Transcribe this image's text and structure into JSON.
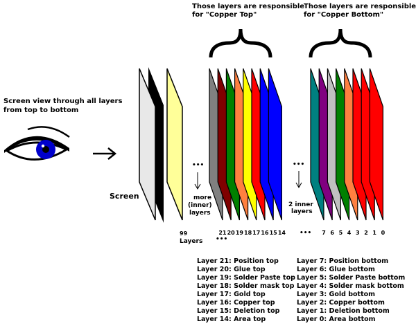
{
  "texts": {
    "screen_view_line1": "Screen view  through all layers",
    "screen_view_line2": "from top to  bottom",
    "screen_label": "Screen",
    "copper_top_note_1": "Those layers are responsible",
    "copper_top_note_2": "for \"Copper Top\"",
    "copper_bottom_note_1": "Those layers are responsible",
    "copper_bottom_note_2": "for \"Copper Bottom\"",
    "more_inner_1": "more",
    "more_inner_2": "(inner)",
    "more_inner_3": "layers",
    "two_inner_1": "2 inner",
    "two_inner_2": "layers",
    "ellipsis": "•••",
    "layer99_num": "99",
    "layer99_word": "Layers"
  },
  "top_group_numbers": [
    "21",
    "20",
    "19",
    "18",
    "17",
    "16",
    "15",
    "14"
  ],
  "bottom_group_numbers": [
    "7",
    "6",
    "5",
    "4",
    "3",
    "2",
    "1",
    "0"
  ],
  "colors": {
    "screen": "#e8e8e8",
    "layer99": "#ffff99",
    "top_group": [
      "#808080",
      "#800000",
      "#008000",
      "#ff8040",
      "#ffff00",
      "#ff0000",
      "#0000ff",
      "#0000ff"
    ],
    "bottom_group": [
      "#008080",
      "#800080",
      "#c0c0c0",
      "#008000",
      "#ff8040",
      "#ff0000",
      "#ff0000",
      "#ff0000"
    ],
    "eye_iris": "#0000cc"
  },
  "legend_top": [
    "Layer 21: Position top",
    "Layer 20: Glue top",
    "Layer 19: Solder Paste top",
    "Layer 18: Solder mask top",
    "Layer 17: Gold top",
    "Layer 16: Copper top",
    "Layer 15: Deletion top",
    "Layer 14: Area top"
  ],
  "legend_bottom": [
    "Layer 7: Position bottom",
    "Layer 6: Glue bottom",
    "Layer 5: Solder Paste bottom",
    "Layer 4: Solder mask bottom",
    "Layer 3: Gold bottom",
    "Layer 2: Copper bottom",
    "Layer 1: Deletion bottom",
    "Layer 0: Area bottom"
  ]
}
